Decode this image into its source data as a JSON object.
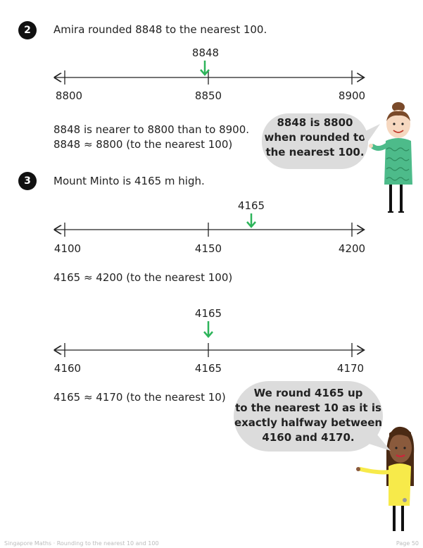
{
  "q2": {
    "number": "2",
    "statement": "Amira rounded 8848 to the nearest 100.",
    "pointer_label": "8848",
    "ticks": [
      "8800",
      "8850",
      "8900"
    ],
    "line1": "8848 is nearer to 8800 than to 8900.",
    "line2": "8848 ≈ 8800 (to the nearest 100)",
    "bubble": [
      "8848 is 8800",
      "when rounded to",
      "the nearest 100."
    ]
  },
  "q3": {
    "number": "3",
    "statement": "Mount Minto is 4165 m high.",
    "line_a": {
      "pointer_label": "4165",
      "ticks": [
        "4100",
        "4150",
        "4200"
      ],
      "result": "4165 ≈ 4200 (to the nearest 100)"
    },
    "line_b": {
      "pointer_label": "4165",
      "ticks": [
        "4160",
        "4165",
        "4170"
      ],
      "result": "4165 ≈ 4170 (to the nearest 10)"
    },
    "bubble": [
      "We round 4165 up",
      "to the nearest 10 as it is",
      "exactly halfway between",
      "4160 and 4170."
    ]
  },
  "footer": {
    "left": "Singapore Maths · Rounding to the nearest 10 and 100",
    "right": "Page 50"
  },
  "colors": {
    "arrow": "#2db45a",
    "badge": "#111111",
    "bubble": "#dcdcdc",
    "girl1_sweater": "#4dbb8a",
    "girl2_top": "#f7ea4a"
  }
}
